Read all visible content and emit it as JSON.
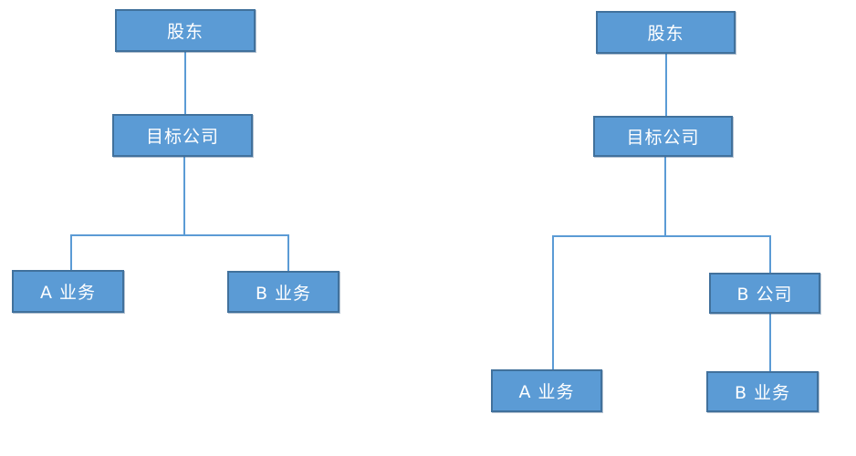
{
  "colors": {
    "background": "#ffffff",
    "box_fill": "#5b9bd5",
    "box_border": "#41719c",
    "connector": "#5b9bd5",
    "text": "#ffffff"
  },
  "diagram_left": {
    "name": "structure-direct-businesses",
    "nodes": {
      "shareholder": "股东",
      "target_company": "目标公司",
      "business_a": "A 业务",
      "business_b": "B 业务"
    },
    "edges": [
      [
        "shareholder",
        "target_company"
      ],
      [
        "target_company",
        "business_a"
      ],
      [
        "target_company",
        "business_b"
      ]
    ]
  },
  "diagram_right": {
    "name": "structure-with-subsidiary",
    "nodes": {
      "shareholder": "股东",
      "target_company": "目标公司",
      "company_b": "B 公司",
      "business_a": "A 业务",
      "business_b": "B 业务"
    },
    "edges": [
      [
        "shareholder",
        "target_company"
      ],
      [
        "target_company",
        "business_a"
      ],
      [
        "target_company",
        "company_b"
      ],
      [
        "company_b",
        "business_b"
      ]
    ]
  }
}
